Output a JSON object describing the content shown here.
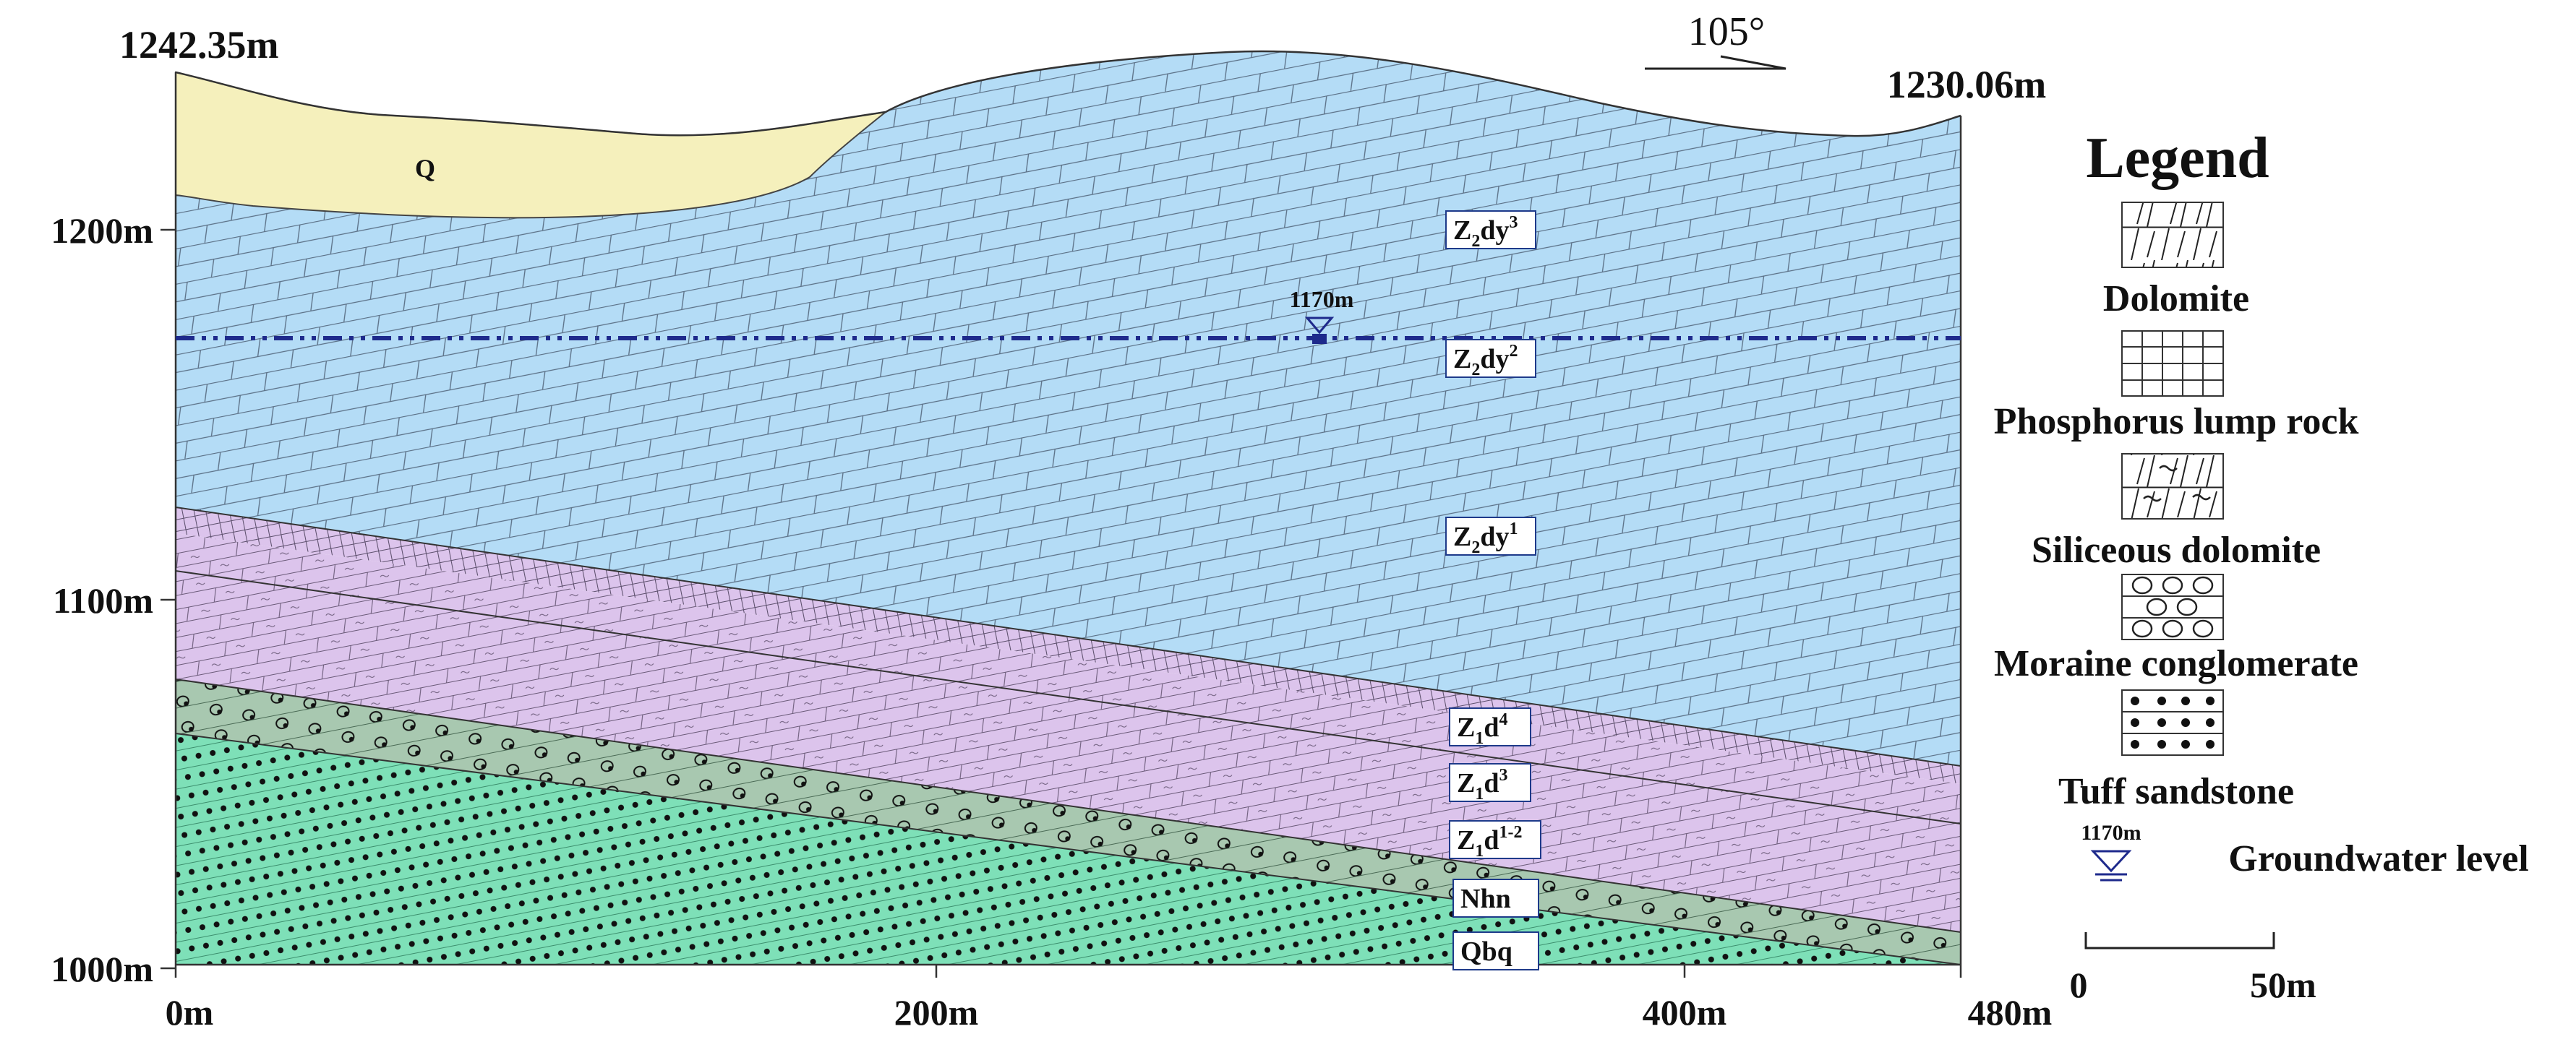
{
  "section": {
    "left_elevation": "1242.35m",
    "right_elevation": "1230.06m",
    "azimuth": "105°",
    "groundwater_label": "1170m",
    "y_ticks": [
      "1200m",
      "1100m",
      "1000m"
    ],
    "x_ticks": [
      "0m",
      "200m",
      "400m",
      "480m"
    ]
  },
  "formations": {
    "q": "Q",
    "z2dy3": {
      "base": "Z",
      "sub1": "2",
      "mid": "dy",
      "sup": "3"
    },
    "z2dy2": {
      "base": "Z",
      "sub1": "2",
      "mid": "dy",
      "sup": "2"
    },
    "z2dy1": {
      "base": "Z",
      "sub1": "2",
      "mid": "dy",
      "sup": "1"
    },
    "z1d4": {
      "base": "Z",
      "sub1": "1",
      "mid": "d",
      "sup": "4"
    },
    "z1d3": {
      "base": "Z",
      "sub1": "1",
      "mid": "d",
      "sup": "3"
    },
    "z1d12": {
      "base": "Z",
      "sub1": "1",
      "mid": "d",
      "sup": "1-2"
    },
    "nhn": "Nhn",
    "qbq": "Qbq"
  },
  "legend": {
    "title": "Legend",
    "items": [
      "Dolomite",
      "Phosphorus lump rock",
      "Siliceous dolomite",
      "Moraine conglomerate",
      "Tuff sandstone"
    ],
    "groundwater_symbol_label": "1170m",
    "groundwater_text": "Groundwater level",
    "scale_start": "0",
    "scale_end": "50m"
  },
  "colors": {
    "dolomite": "#b4dcf6",
    "quaternary": "#f5f0bc",
    "phosphorus": "#dcc4ec",
    "moraine": "#a8c8b0",
    "tuff": "#7ee0b8",
    "groundwater_line": "#1e2a8c"
  }
}
